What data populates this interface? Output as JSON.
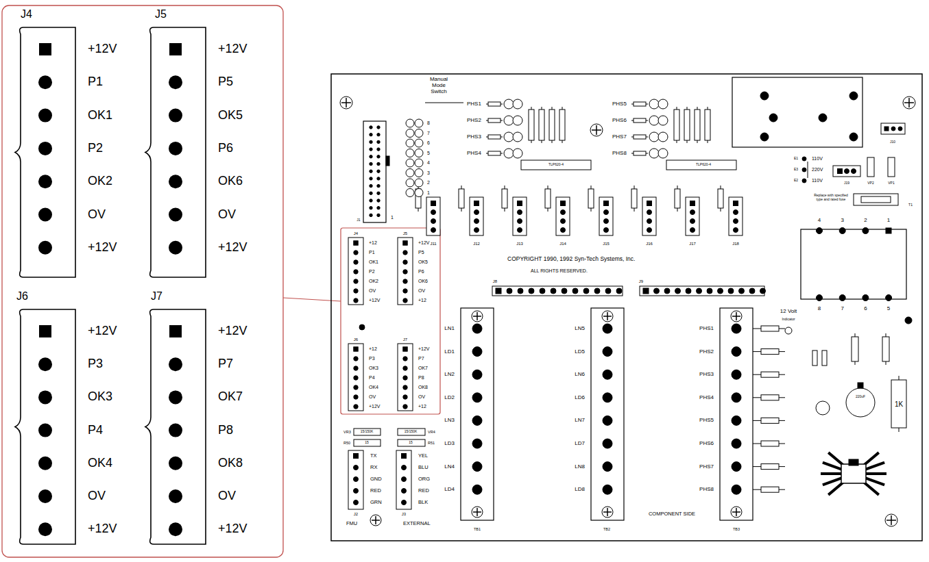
{
  "diagram": {
    "nodes": [
      {
        "text": [
          "J4"
        ]
      },
      {
        "text": [
          "J5"
        ]
      },
      {
        "text": [
          "J6"
        ]
      },
      {
        "text": [
          "J7"
        ]
      }
    ],
    "labels": [
      "+12V",
      "P1",
      "OK1",
      "P2",
      "OK2",
      "OV",
      "+12V",
      "+12V",
      "P5",
      "OK5",
      "P6",
      "OK6",
      "OV",
      "+12V",
      "+12V",
      "P3",
      "OK3",
      "P4",
      "OK4",
      "OV",
      "+12V",
      "+12V",
      "P7",
      "OK7",
      "P8",
      "OK8",
      "OV",
      "+12V",
      "+12",
      "P1",
      "OK1",
      "P2",
      "OK2",
      "OV",
      "+12V",
      "+12V",
      "P5",
      "OK5",
      "P6",
      "OK6",
      "OV",
      "+12",
      "+12",
      "P3",
      "OK3",
      "P4",
      "OK4",
      "OV",
      "+12V",
      "+12V",
      "P7",
      "OK7",
      "P8",
      "OK8",
      "OV",
      "+12",
      "J4",
      "J5",
      "J6",
      "J7",
      "TX",
      "RX",
      "GND",
      "RED",
      "GRN",
      "YEL",
      "BLU",
      "ORG",
      "RED",
      "BLK",
      "J2",
      "J3",
      "FMU",
      "EXTERNAL",
      "VR3",
      "R50",
      "VR4",
      "R51",
      "15/150K",
      "15/150K",
      "15",
      "15",
      "LN1",
      "LD1",
      "LN2",
      "LD2",
      "LN3",
      "LD3",
      "LN4",
      "LD4",
      "LN5",
      "LD5",
      "LN6",
      "LD6",
      "LN7",
      "LD7",
      "LN8",
      "LD8",
      "PHS1",
      "PHS2",
      "PHS3",
      "PHS4",
      "PHS5",
      "PHS6",
      "PHS7",
      "PHS8",
      "TB1",
      "TB2",
      "TB3",
      "COMPONENT SIDE",
      "COPYRIGHT 1990, 1992 Syn-Tech Systems, Inc.",
      "ALL RIGHTS RESERVED.",
      "J8",
      "J9",
      "J11",
      "J12",
      "J13",
      "J14",
      "J15",
      "J16",
      "J17",
      "J18",
      "Manual Mode Switch",
      "8",
      "7",
      "6",
      "5",
      "4",
      "3",
      "2",
      "1",
      "1",
      "J1",
      "PHS1",
      "PHS2",
      "PHS3",
      "PHS4",
      "PHS5",
      "PHS6",
      "PHS7",
      "PHS8",
      "TLP620-4",
      "TLP620-4",
      "110V",
      "220V",
      "110V",
      "E1",
      "E3",
      "E2",
      "J19",
      "VP2",
      "VP1",
      "Replace with specified type and rated fuse",
      "4",
      "3",
      "2",
      "1",
      "8",
      "7",
      "6",
      "5",
      "T1",
      "12 Volt",
      "Indicator",
      "220uF",
      "1K",
      "J10"
    ]
  }
}
